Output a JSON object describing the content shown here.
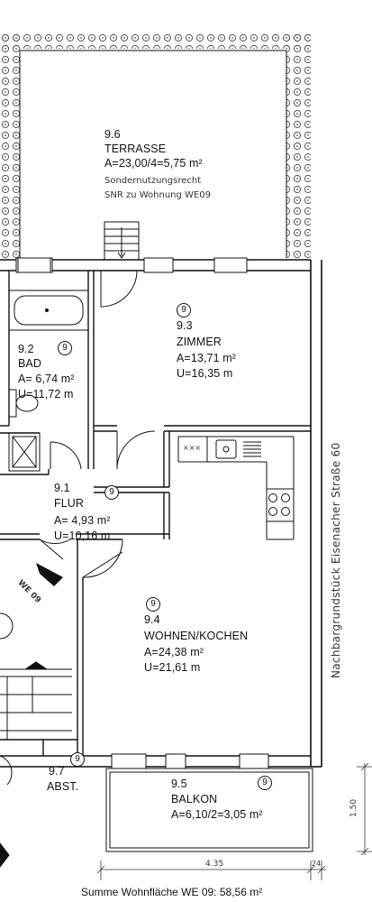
{
  "rooms": [
    {
      "number": "9.6",
      "name": "TERRASSE",
      "area": "A=23,00/4=5,75 m²",
      "note1": "Sondernutzungsrecht",
      "note2": "SNR zu Wohnung WE09"
    },
    {
      "marker": "9",
      "number": "9.3",
      "name": "ZIMMER",
      "area": "A=13,71 m²",
      "perimeter": "U=16,35 m"
    },
    {
      "number": "9.2",
      "marker": "9",
      "name": "BAD",
      "area": "A=  6,74 m²",
      "perimeter": "U=11,72 m"
    },
    {
      "number": "9.1",
      "marker": "9",
      "name": "FLUR",
      "area": "A= 4,93 m²",
      "perimeter": "U=10,16 m"
    },
    {
      "marker": "9",
      "number": "9.4",
      "name": "WOHNEN/KOCHEN",
      "area": "A=24,38 m²",
      "perimeter": "U=21,61 m"
    },
    {
      "number": "9.7",
      "marker": "9",
      "name": "ABST."
    },
    {
      "number": "9.5",
      "marker": "9",
      "name": "BALKON",
      "area": "A=6,10/2=3,05 m²"
    }
  ],
  "entrance_label": "WE 09",
  "neighbor_label": "Nachbargrundstück Eisenacher Straße 60",
  "dimensions": {
    "width": "4.35",
    "small": "24",
    "depth": "1.50"
  },
  "total": "Summe Wohnfläche WE 09: 58,56 m²",
  "stove_label": "×××",
  "colors": {
    "line": "#111111",
    "hedge": "#555555"
  }
}
